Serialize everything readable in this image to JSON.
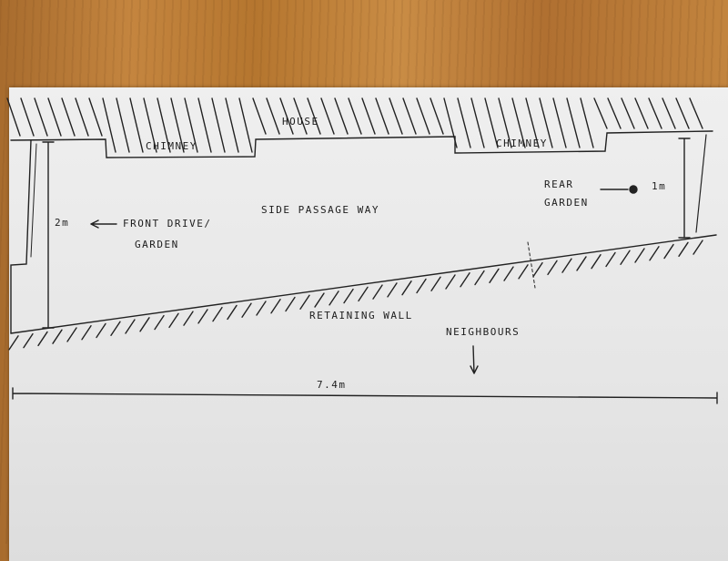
{
  "drawing": {
    "house_label": "HOUSE",
    "chimney_left_label": "CHIMNEY",
    "chimney_right_label": "CHIMNEY",
    "side_passage_label": "SIDE PASSAGE WAY",
    "front_drive_label": "FRONT DRIVE/",
    "garden_left_label": "GARDEN",
    "rear_label": "REAR",
    "garden_right_label": "GARDEN",
    "height_left_label": "2m",
    "height_right_label": "1m",
    "retaining_wall_label": "RETAINING WALL",
    "neighbour_label": "NEIGHBOURS",
    "length_label": "7.4m"
  }
}
